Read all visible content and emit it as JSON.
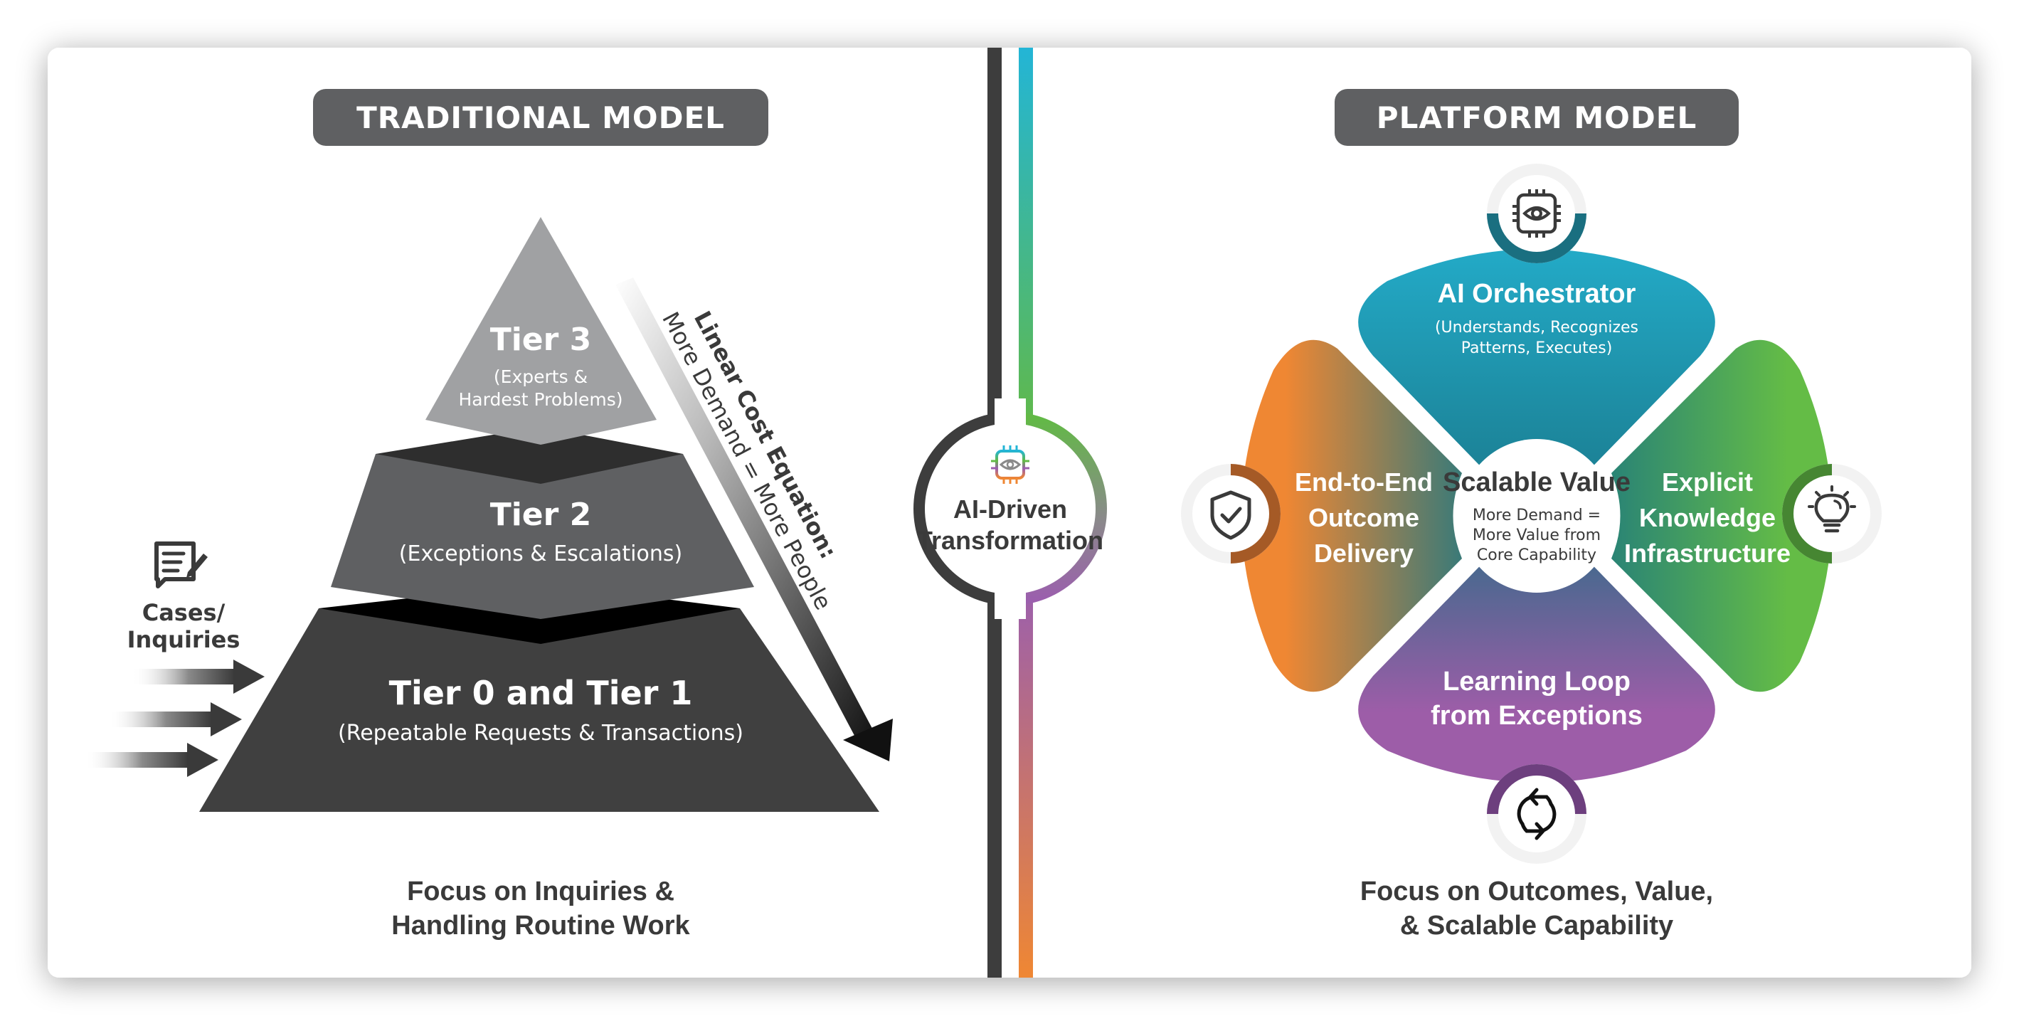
{
  "left_panel": {
    "header": "TRADITIONAL MODEL",
    "tiers": [
      {
        "title": "Tier 3",
        "subtitle_lines": [
          "(Experts &",
          "Hardest Problems)"
        ],
        "color": "#a0a1a3"
      },
      {
        "title": "Tier 2",
        "subtitle_lines": [
          "(Exceptions & Escalations)"
        ],
        "color": "#5f6062"
      },
      {
        "title": "Tier 0 and Tier 1",
        "subtitle_lines": [
          "(Repeatable Requests & Transactions)"
        ],
        "color": "#404040"
      }
    ],
    "input": {
      "icon": "document-edit-icon",
      "label_lines": [
        "Cases/",
        "Inquiries"
      ]
    },
    "cost_arrow": {
      "title": "Linear Cost Equation:",
      "subtitle": "More Demand = More People"
    },
    "footer_lines": [
      "Focus on Inquiries &",
      "Handling Routine Work"
    ]
  },
  "divider": {
    "icon": "ai-chip-eye-icon",
    "label_lines": [
      "AI-Driven",
      "Transformation"
    ],
    "colors": {
      "left_line": "#3d3d3d",
      "right_top": "#23b5d6",
      "right_mid": "#62b946",
      "right_lower": "#9b5fad",
      "right_bottom": "#ef8733"
    }
  },
  "right_panel": {
    "header": "PLATFORM MODEL",
    "center": {
      "title": "Scalable Value",
      "lines": [
        "More Demand =",
        "More Value from",
        "Core Capability"
      ]
    },
    "segments": [
      {
        "position": "top",
        "title_lines": [
          "AI Orchestrator"
        ],
        "sub_lines": [
          "(Understands, Recognizes",
          "Patterns, Executes)"
        ],
        "icon": "ai-chip-eye-icon",
        "color_start": "#23aac7",
        "color_end": "#1b7f93",
        "ring_color": "#1a6f80"
      },
      {
        "position": "left",
        "title_lines": [
          "End-to-End",
          "Outcome",
          "Delivery"
        ],
        "sub_lines": [],
        "icon": "shield-check-icon",
        "color_start": "#ef8733",
        "color_end": "#3a7a78",
        "ring_color": "#a55a26"
      },
      {
        "position": "right",
        "title_lines": [
          "Explicit",
          "Knowledge",
          "Infrastructure"
        ],
        "sub_lines": [],
        "icon": "lightbulb-icon",
        "color_start": "#2a8475",
        "color_end": "#64bc46",
        "ring_color": "#468632"
      },
      {
        "position": "bottom",
        "title_lines": [
          "Learning Loop",
          "from Exceptions"
        ],
        "sub_lines": [],
        "icon": "refresh-cycle-icon",
        "color_start": "#3f6a8c",
        "color_end": "#9d5da8",
        "ring_color": "#6d3f7e"
      }
    ],
    "footer_lines": [
      "Focus on Outcomes, Value,",
      "& Scalable Capability"
    ]
  }
}
